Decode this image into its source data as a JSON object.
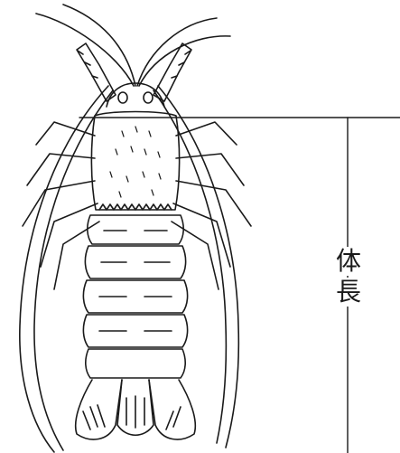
{
  "figure": {
    "subject": "spiny-lobster-line-drawing",
    "measure_label": {
      "char_1": "体",
      "char_2": "長"
    },
    "line_color": "#1a1a1a",
    "background": "#ffffff"
  }
}
